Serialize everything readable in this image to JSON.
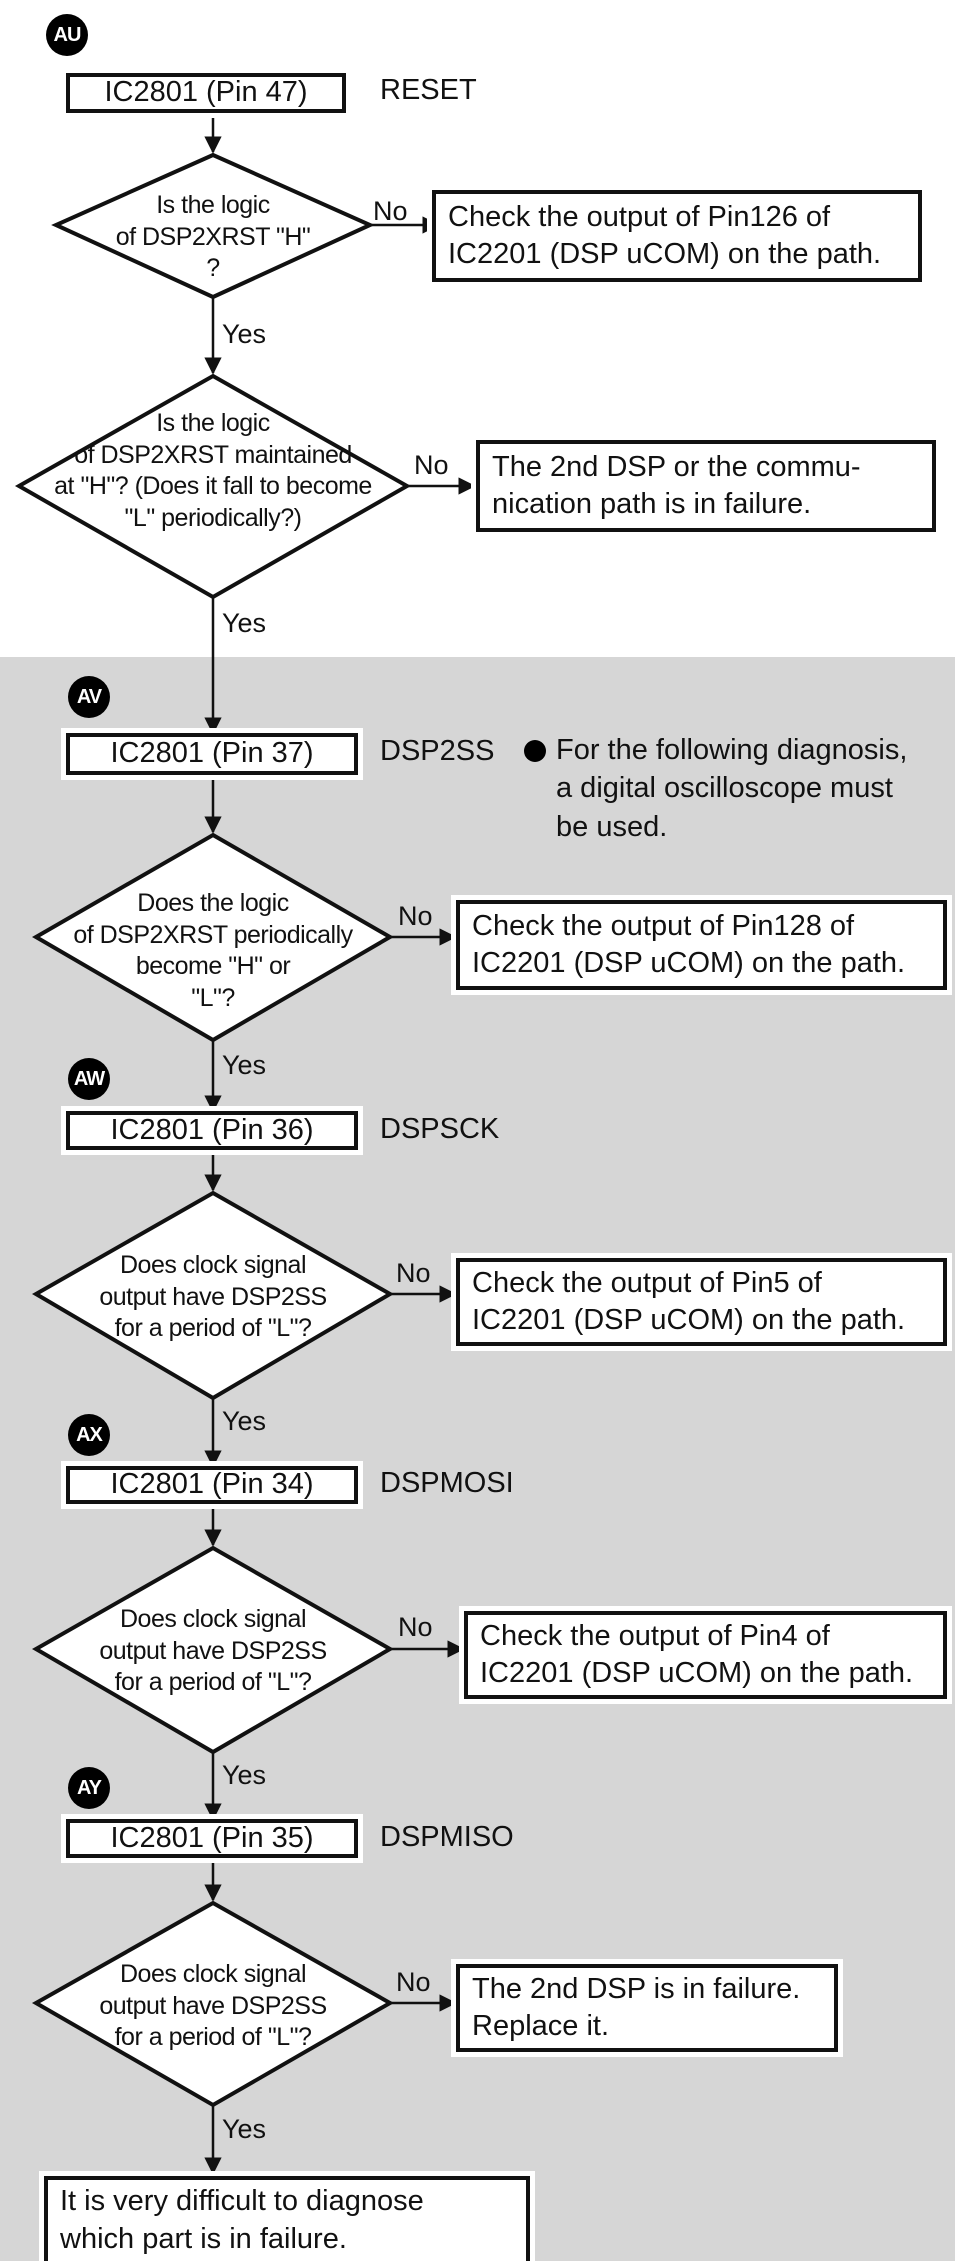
{
  "sections": [
    {
      "badge": "AU",
      "pin_label": "IC2801 (Pin 47)",
      "signal": "RESET",
      "decisions": [
        {
          "question": [
            "Is the logic",
            "of DSP2XRST \"H\"",
            "?"
          ],
          "no_label": "No",
          "yes_label": "Yes",
          "no_result": [
            "Check the output of Pin126 of",
            "IC2201 (DSP uCOM) on the path."
          ]
        },
        {
          "question": [
            "Is the logic",
            "of DSP2XRST maintained",
            "at \"H\"? (Does it fall to become",
            "\"L\" periodically?)"
          ],
          "no_label": "No",
          "yes_label": "Yes",
          "no_result": [
            "The 2nd DSP or the commu-",
            "nication path is in failure."
          ]
        }
      ]
    },
    {
      "badge": "AV",
      "pin_label": "IC2801 (Pin 37)",
      "signal": "DSP2SS",
      "note": [
        "For the following diagnosis,",
        "a digital oscilloscope must",
        "be used."
      ],
      "decision": {
        "question": [
          "Does the logic",
          "of DSP2XRST periodically",
          "become \"H\" or",
          "\"L\"?"
        ],
        "no_label": "No",
        "yes_label": "Yes",
        "no_result": [
          "Check the output of Pin128 of",
          "IC2201 (DSP uCOM) on the path."
        ]
      }
    },
    {
      "badge": "AW",
      "pin_label": "IC2801 (Pin 36)",
      "signal": "DSPSCK",
      "decision": {
        "question": [
          "Does clock signal",
          "output have DSP2SS",
          "for a period of \"L\"?"
        ],
        "no_label": "No",
        "yes_label": "Yes",
        "no_result": [
          "Check the output of Pin5 of",
          "IC2201 (DSP uCOM) on the path."
        ]
      }
    },
    {
      "badge": "AX",
      "pin_label": "IC2801 (Pin 34)",
      "signal": "DSPMOSI",
      "decision": {
        "question": [
          "Does clock signal",
          "output have DSP2SS",
          "for a period of \"L\"?"
        ],
        "no_label": "No",
        "yes_label": "Yes",
        "no_result": [
          "Check the output of Pin4 of",
          "IC2201 (DSP uCOM) on the path."
        ]
      }
    },
    {
      "badge": "AY",
      "pin_label": "IC2801 (Pin 35)",
      "signal": "DSPMISO",
      "decision": {
        "question": [
          "Does clock signal",
          "output have DSP2SS",
          "for a period of \"L\"?"
        ],
        "no_label": "No",
        "yes_label": "Yes",
        "no_result": [
          "The 2nd DSP is in failure.",
          "Replace it."
        ]
      }
    }
  ],
  "final_result": [
    "It is very difficult to diagnose",
    "which part is in failure."
  ]
}
